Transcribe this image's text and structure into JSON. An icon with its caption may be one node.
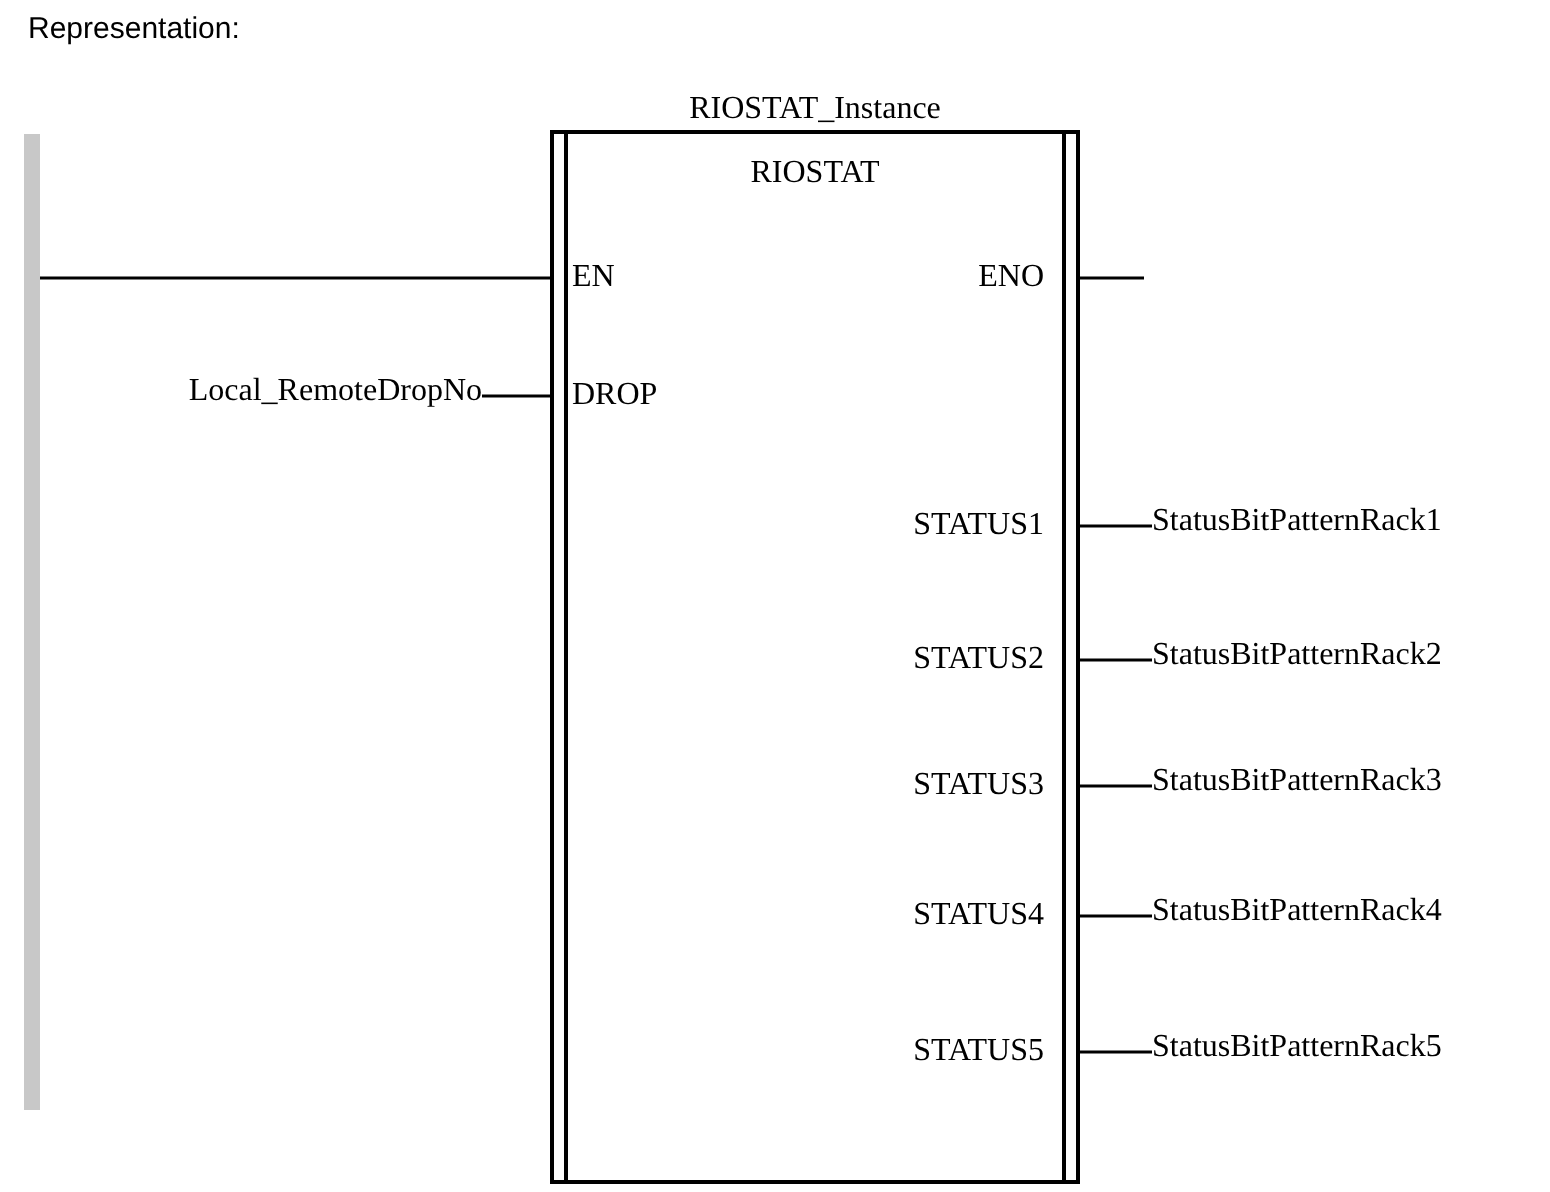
{
  "diagram": {
    "title": "Representation:",
    "nodes": [
      {
        "text": [
          "RIOSTAT"
        ],
        "beside": [
          "RIOSTAT_Instance"
        ]
      },
      {
        "text": [],
        "shape": "bar"
      },
      {
        "text": [
          "EN"
        ],
        "in": 0
      },
      {
        "text": [
          "ENO"
        ],
        "in": 0
      },
      {
        "text": [
          "Local_RemoteDropNo"
        ]
      },
      {
        "text": [
          "DROP"
        ],
        "in": 0
      },
      {
        "text": [
          "STATUS1"
        ],
        "in": 0
      },
      {
        "text": [
          "StatusBitPatternRack1"
        ]
      },
      {
        "text": [
          "STATUS2"
        ],
        "in": 0
      },
      {
        "text": [
          "StatusBitPatternRack2"
        ]
      },
      {
        "text": [
          "STATUS3"
        ],
        "in": 0
      },
      {
        "text": [
          "StatusBitPatternRack3"
        ]
      },
      {
        "text": [
          "STATUS4"
        ],
        "in": 0
      },
      {
        "text": [
          "StatusBitPatternRack4"
        ]
      },
      {
        "text": [
          "STATUS5"
        ],
        "in": 0
      },
      {
        "text": [
          "StatusBitPatternRack5"
        ]
      }
    ],
    "edges": [
      {
        "from": 1,
        "to": 2,
        "arrow": "none"
      },
      {
        "from": 3,
        "to": null,
        "arrow": "none"
      },
      {
        "from": 4,
        "to": 5,
        "arrow": "none"
      },
      {
        "from": 6,
        "to": 7,
        "arrow": "none"
      },
      {
        "from": 8,
        "to": 9,
        "arrow": "none"
      },
      {
        "from": 10,
        "to": 11,
        "arrow": "none"
      },
      {
        "from": 12,
        "to": 13,
        "arrow": "none"
      },
      {
        "from": 14,
        "to": 15,
        "arrow": "none"
      }
    ]
  }
}
